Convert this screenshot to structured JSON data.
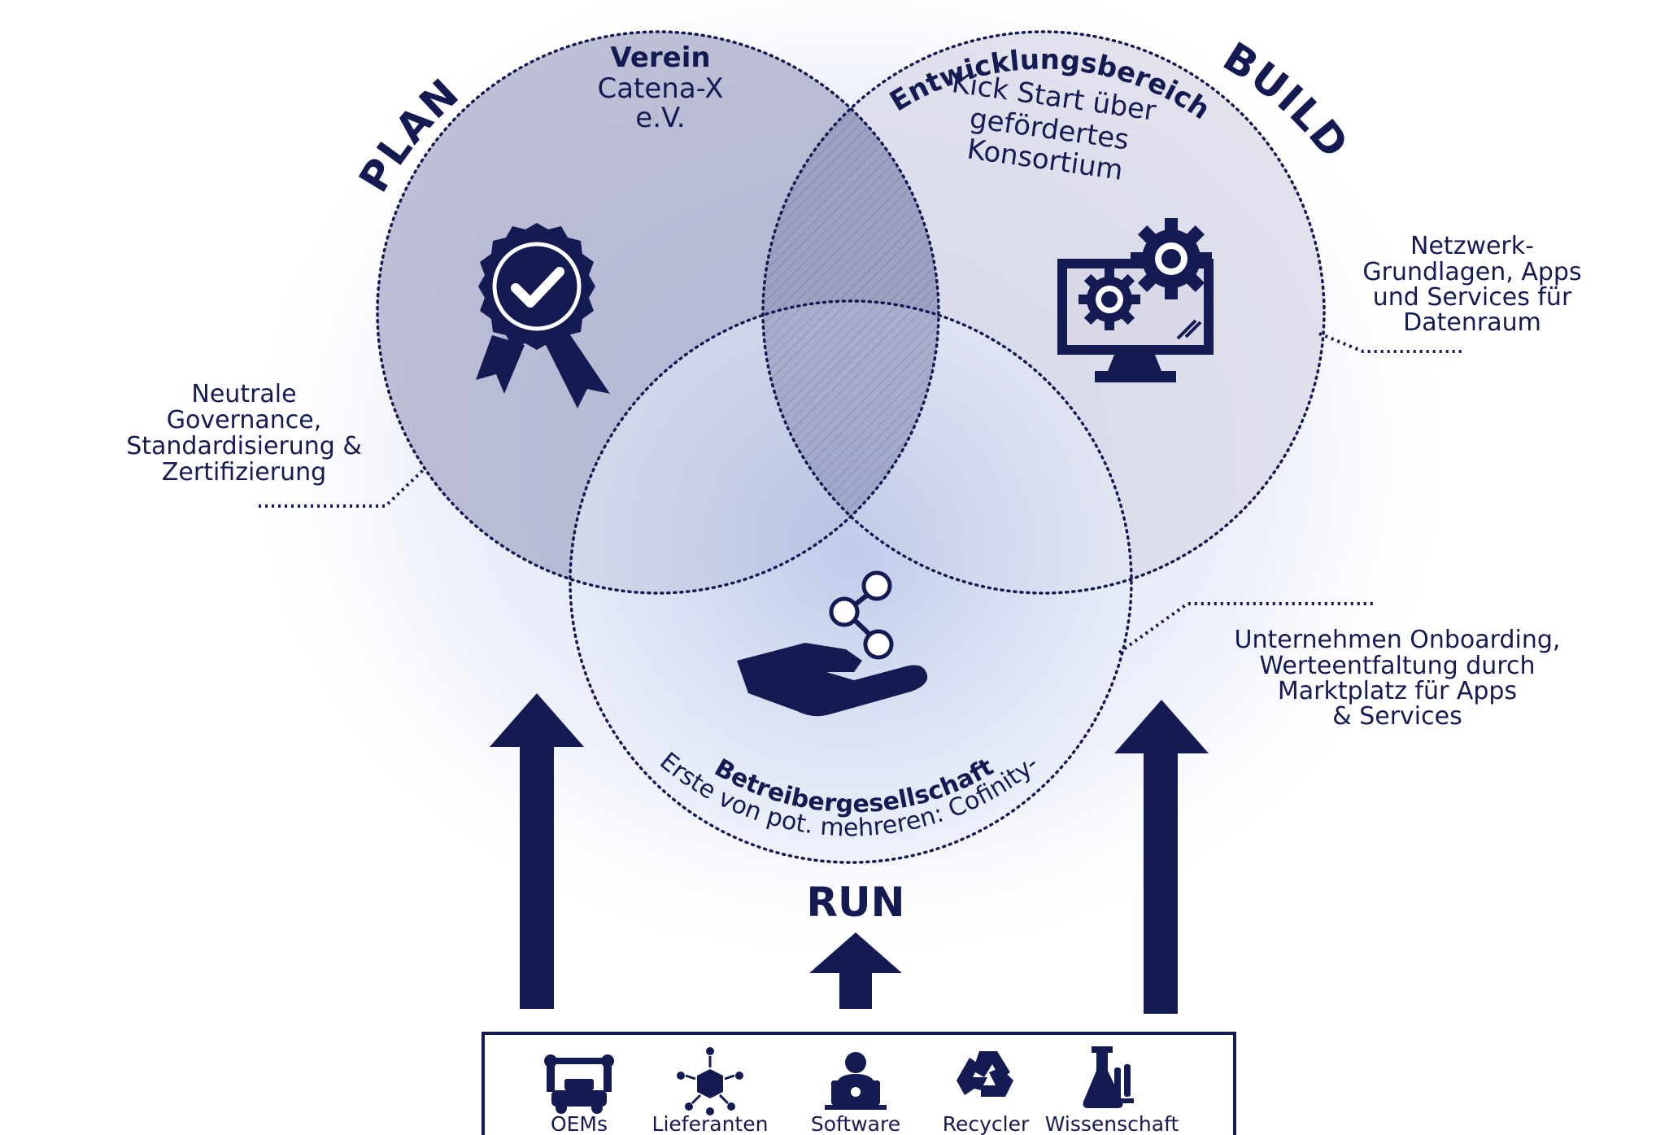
{
  "phases": {
    "plan": "PLAN",
    "build": "BUILD",
    "run": "RUN"
  },
  "plan_circle": {
    "title": "Verein",
    "line1": "Catena-X",
    "line2": "e.V."
  },
  "build_circle": {
    "title": "Entwicklungsbereich",
    "line1": "Kick Start über",
    "line2": "gefördertes",
    "line3": "Konsortium"
  },
  "run_circle": {
    "title": "Betreibergesellschaft",
    "subtitle": "Erste von pot. mehreren: Cofinity-X"
  },
  "callouts": {
    "left": [
      "Neutrale",
      "Governance,",
      "Standardisierung &",
      "Zertifizierung"
    ],
    "right_top": [
      "Netzwerk-",
      "Grundlagen, Apps",
      "und Services für",
      "Datenraum"
    ],
    "right_bottom": [
      "Unternehmen Onboarding,",
      "Werteentfaltung durch",
      "Marktplatz für Apps",
      "& Services"
    ]
  },
  "stakeholders": [
    {
      "label": "OEMs",
      "icon": "robot-arm-car-icon"
    },
    {
      "label": "Lieferanten",
      "icon": "supply-network-icon"
    },
    {
      "label": "Software",
      "icon": "developer-laptop-icon"
    },
    {
      "label": "Recycler",
      "icon": "recycle-icon"
    },
    {
      "label": "Wissenschaft",
      "icon": "lab-flask-icon"
    }
  ],
  "colors": {
    "navy": "#141a52",
    "plan_fill": "#a9acc9",
    "build_fill": "#d3d4e3",
    "run_fill": "#c8d3ea"
  }
}
